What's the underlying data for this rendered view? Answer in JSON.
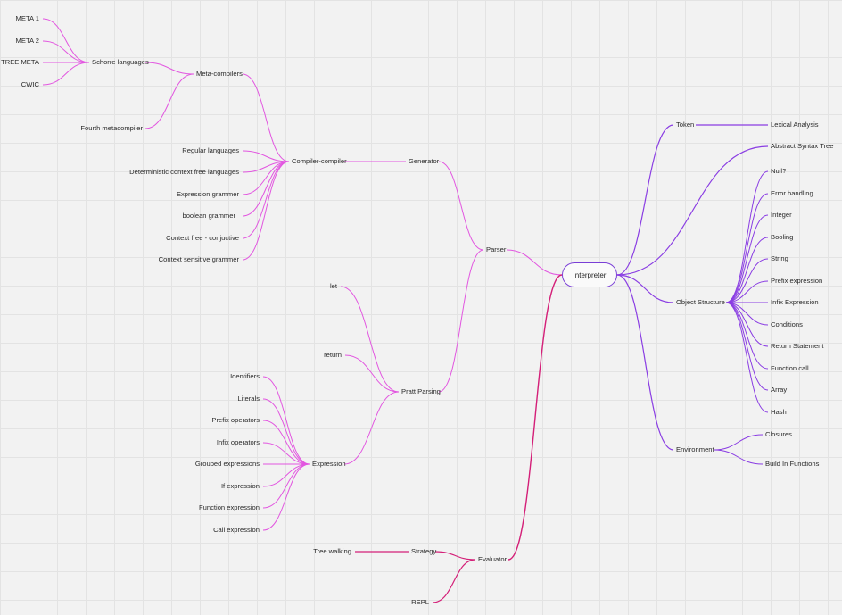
{
  "root": {
    "label": "Interpreter"
  },
  "colors": {
    "parser": "#e256e0",
    "evaluator": "#d41f78",
    "interpreter": "#8a3de3"
  },
  "nodes": {
    "meta1": "META 1",
    "meta2": "META 2",
    "treemeta": "TREE META",
    "cwic": "CWIC",
    "schorre": "Schorre languages",
    "metacompilers": "Meta-compilers",
    "fourth": "Fourth metacompiler",
    "regular": "Regular languages",
    "deterministic": "Deterministic context free languages",
    "expr_grammer": "Expression grammer",
    "bool_grammer": "boolean grammer",
    "ctx_conj": "Context free - conjuctive",
    "ctx_sensitive": "Context sensitive grammer",
    "compiler_compiler": "Compiler-compiler",
    "generator": "Generator",
    "parser": "Parser",
    "let": "let",
    "return": "return",
    "pratt": "Pratt Parsing",
    "identifiers": "Identifiers",
    "literals": "Literals",
    "prefix_ops": "Prefix operators",
    "infix_ops": "Infix operators",
    "grouped": "Grouped expressions",
    "if_expr": "If expression",
    "func_expr": "Function expression",
    "call_expr": "Call expression",
    "expression": "Expression",
    "tree_walking": "Tree walking",
    "strategy": "Strategy",
    "evaluator": "Evaluator",
    "repl": "REPL",
    "token": "Token",
    "lexical": "Lexical Analysis",
    "ast": "Abstract Syntax Tree",
    "null": "Null?",
    "error": "Error handling",
    "integer": "Integer",
    "booling": "Booling",
    "string": "String",
    "prefix_expression": "Prefix expression",
    "infix_expression": "Infix Expression",
    "conditions": "Conditions",
    "return_statement": "Return Statement",
    "function_call": "Function call",
    "array": "Array",
    "hash": "Hash",
    "object_structure": "Object Structure",
    "environment": "Environment",
    "closures": "Closures",
    "builtin": "Build In Functions"
  }
}
